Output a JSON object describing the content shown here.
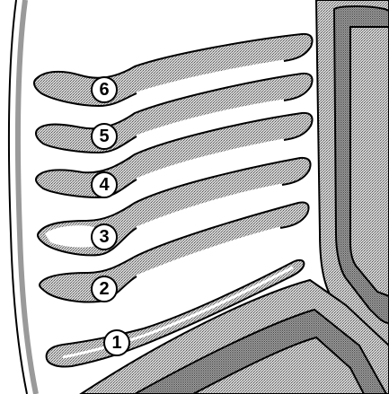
{
  "diagram": {
    "subject": "oven-interior-rack-positions",
    "colors": {
      "line": "#000000",
      "background": "#ffffff",
      "shade": "#9a9a9a",
      "shade_light": "#c4c4c4"
    },
    "rack_positions": [
      {
        "label": "6"
      },
      {
        "label": "5"
      },
      {
        "label": "4"
      },
      {
        "label": "3"
      },
      {
        "label": "2"
      },
      {
        "label": "1"
      }
    ]
  }
}
